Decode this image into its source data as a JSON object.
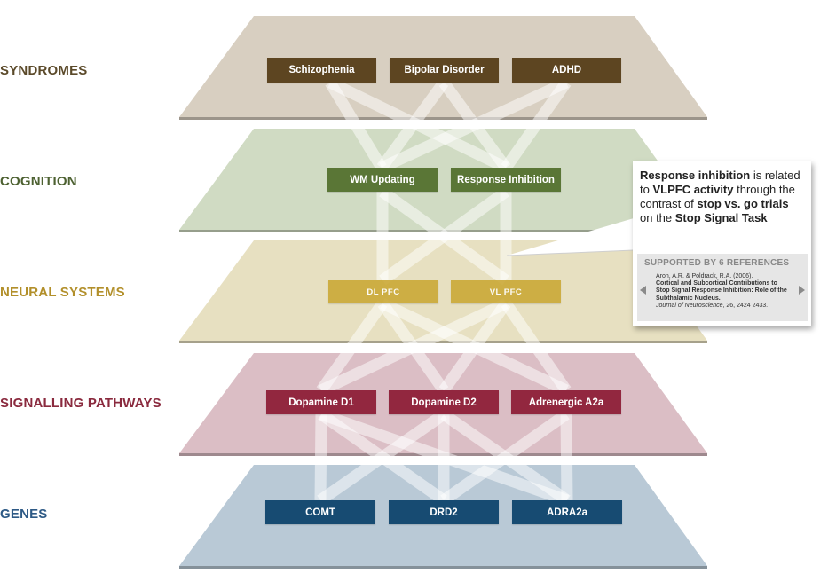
{
  "levels": [
    {
      "label": "SYNDROMES",
      "label_color": "#5b4a2a",
      "plane_color": "#d8cfc1",
      "node_color": "#5d4521",
      "nodes": [
        "Schizophenia",
        "Bipolar Disorder",
        "ADHD"
      ]
    },
    {
      "label": "COGNITION",
      "label_color": "#4d6131",
      "plane_color": "#d0dbc3",
      "node_color": "#5a7636",
      "nodes": [
        "WM Updating",
        "Response Inhibition"
      ]
    },
    {
      "label": "NEURAL SYSTEMS",
      "label_color": "#b28f2a",
      "plane_color": "#e7e0c1",
      "node_color": "#c9a62f",
      "nodes": [
        "DL PFC",
        "VL PFC"
      ]
    },
    {
      "label": "SIGNALLING PATHWAYS",
      "label_color": "#8a2a3e",
      "plane_color": "#dbbec5",
      "node_color": "#92273f",
      "nodes": [
        "Dopamine D1",
        "Dopamine D2",
        "Adrenergic A2a"
      ]
    },
    {
      "label": "GENES",
      "label_color": "#2e5a86",
      "plane_color": "#b9c9d6",
      "node_color": "#174b72",
      "nodes": [
        "COMT",
        "DRD2",
        "ADRA2a"
      ]
    }
  ],
  "callout": {
    "text_parts": [
      {
        "text": "Response inhibition",
        "bold": true
      },
      {
        "text": " is related to ",
        "bold": false
      },
      {
        "text": "VLPFC activity",
        "bold": true
      },
      {
        "text": " through the contrast of ",
        "bold": false
      },
      {
        "text": "stop vs. go trials",
        "bold": true
      },
      {
        "text": " on the ",
        "bold": false
      },
      {
        "text": "Stop Signal Task",
        "bold": true
      }
    ],
    "refs_heading": "SUPPORTED BY 6 REFERENCES",
    "reference": {
      "authors": "Aron, A.R. & Poldrack, R.A. (2006).",
      "title": "Cortical and Subcortical Contributions to Stop Signal Response Inhibition: Role of the Subthalamic Nucleus.",
      "journal": "Journal of Neuroscience",
      "details": ", 26, 2424 2433."
    }
  },
  "icons": {
    "prev": "chevron-left-icon",
    "next": "chevron-right-icon"
  }
}
